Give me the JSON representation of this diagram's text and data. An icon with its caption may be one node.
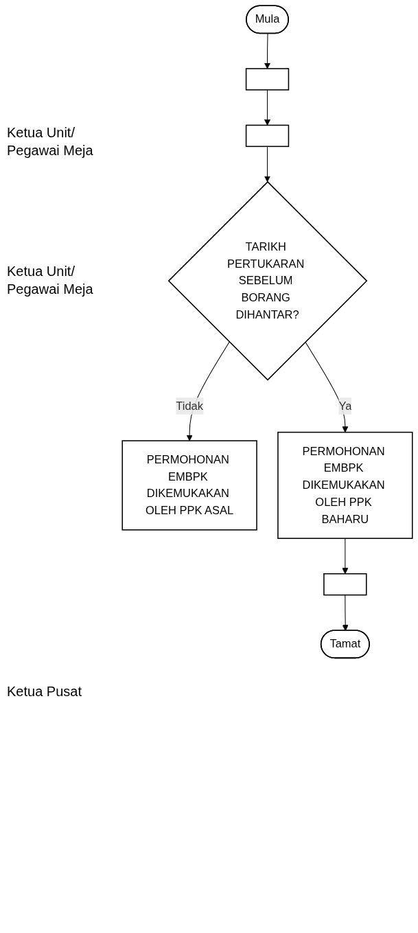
{
  "diagram": {
    "nodes": [
      {
        "text": [
          "Mula"
        ]
      },
      {
        "text": [],
        "shape": "box"
      },
      {
        "text": [],
        "shape": "box"
      },
      {
        "text": [
          "TARIKH PERTUKARAN SEBELUM BORANG DIHANTAR?"
        ]
      },
      {
        "text": [
          "PERMOHONAN EMBPK DIKEMUKAKAN OLEH PPK ASAL"
        ]
      },
      {
        "text": [
          "PERMOHONAN EMBPK DIKEMUKAKAN OLEH PPK BAHARU"
        ]
      },
      {
        "text": [],
        "shape": "box"
      },
      {
        "text": [
          "Tamat"
        ]
      }
    ],
    "edges": [
      {
        "from": 0,
        "to": 1,
        "arrow": "to"
      },
      {
        "from": 1,
        "to": 2,
        "arrow": "to"
      },
      {
        "from": 2,
        "to": 3,
        "arrow": "to"
      },
      {
        "from": 3,
        "to": 4,
        "arrow": "to",
        "label": "Tidak"
      },
      {
        "from": 3,
        "to": 5,
        "arrow": "to",
        "label": "Ya"
      },
      {
        "from": 5,
        "to": 6,
        "arrow": "to"
      },
      {
        "from": 6,
        "to": 7,
        "arrow": "to"
      }
    ],
    "labels": [
      "Ketua Unit/ Pegawai Meja",
      "Ketua Unit/ Pegawai Meja",
      "Ketua Pusat"
    ]
  }
}
